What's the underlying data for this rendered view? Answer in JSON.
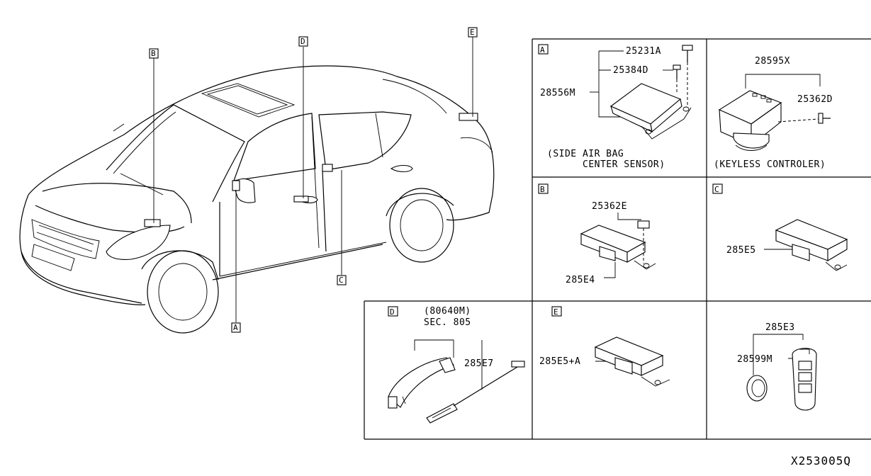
{
  "diagram_code": "X253005Q",
  "car_callouts": [
    "A",
    "B",
    "C",
    "D",
    "E"
  ],
  "panels": {
    "A": {
      "tag": "A",
      "parts": [
        "25231A",
        "25384D",
        "28556M"
      ],
      "caption_line1": "(SIDE AIR BAG",
      "caption_line2": "CENTER SENSOR)"
    },
    "keyless": {
      "parts": [
        "28595X",
        "25362D"
      ],
      "caption": "(KEYLESS CONTROLER)"
    },
    "B": {
      "tag": "B",
      "parts": [
        "25362E",
        "285E4"
      ]
    },
    "C": {
      "tag": "C",
      "parts": [
        "285E5"
      ]
    },
    "D": {
      "tag": "D",
      "ref_line1": "(80640M)",
      "ref_line2": "SEC. 805",
      "parts": [
        "285E7"
      ]
    },
    "E": {
      "tag": "E",
      "parts": [
        "285E5+A"
      ]
    },
    "key": {
      "parts": [
        "285E3",
        "28599M"
      ]
    }
  }
}
